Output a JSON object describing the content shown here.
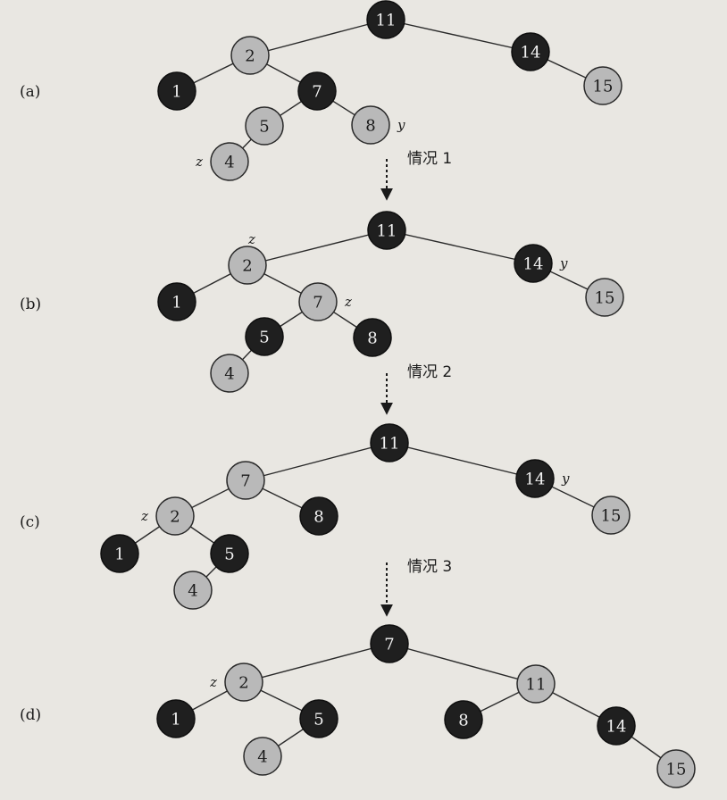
{
  "panels": [
    {
      "label": "(a)",
      "nodes": [
        {
          "id": "a11",
          "key": "11",
          "color": "black"
        },
        {
          "id": "a2",
          "key": "2",
          "color": "red"
        },
        {
          "id": "a14",
          "key": "14",
          "color": "black"
        },
        {
          "id": "a1",
          "key": "1",
          "color": "black"
        },
        {
          "id": "a7",
          "key": "7",
          "color": "black"
        },
        {
          "id": "a15",
          "key": "15",
          "color": "red"
        },
        {
          "id": "a5",
          "key": "5",
          "color": "red"
        },
        {
          "id": "a8",
          "key": "8",
          "color": "red"
        },
        {
          "id": "a4",
          "key": "4",
          "color": "red"
        }
      ],
      "edges": [
        [
          "a11",
          "a2"
        ],
        [
          "a11",
          "a14"
        ],
        [
          "a2",
          "a1"
        ],
        [
          "a2",
          "a7"
        ],
        [
          "a14",
          "a15"
        ],
        [
          "a7",
          "a5"
        ],
        [
          "a7",
          "a8"
        ],
        [
          "a5",
          "a4"
        ]
      ],
      "pointers": [
        {
          "node": "a8",
          "text": "y",
          "side": "right"
        },
        {
          "node": "a4",
          "text": "z",
          "side": "left"
        }
      ]
    },
    {
      "label": "(b)",
      "nodes": [
        {
          "id": "b11",
          "key": "11",
          "color": "black"
        },
        {
          "id": "b2",
          "key": "2",
          "color": "red"
        },
        {
          "id": "b14",
          "key": "14",
          "color": "black"
        },
        {
          "id": "b1",
          "key": "1",
          "color": "black"
        },
        {
          "id": "b7",
          "key": "7",
          "color": "red"
        },
        {
          "id": "b15",
          "key": "15",
          "color": "red"
        },
        {
          "id": "b5",
          "key": "5",
          "color": "black"
        },
        {
          "id": "b8",
          "key": "8",
          "color": "black"
        },
        {
          "id": "b4",
          "key": "4",
          "color": "red"
        }
      ],
      "edges": [
        [
          "b11",
          "b2"
        ],
        [
          "b11",
          "b14"
        ],
        [
          "b2",
          "b1"
        ],
        [
          "b2",
          "b7"
        ],
        [
          "b14",
          "b15"
        ],
        [
          "b7",
          "b5"
        ],
        [
          "b7",
          "b8"
        ],
        [
          "b5",
          "b4"
        ]
      ],
      "pointers": [
        {
          "node": "b7",
          "text": "z",
          "side": "right"
        },
        {
          "node": "b14",
          "text": "y",
          "side": "right"
        },
        {
          "node": "b2",
          "text": "z",
          "side": "top"
        }
      ]
    },
    {
      "label": "(c)",
      "nodes": [
        {
          "id": "c11",
          "key": "11",
          "color": "black"
        },
        {
          "id": "c7",
          "key": "7",
          "color": "red"
        },
        {
          "id": "c14",
          "key": "14",
          "color": "black"
        },
        {
          "id": "c2",
          "key": "2",
          "color": "red"
        },
        {
          "id": "c8",
          "key": "8",
          "color": "black"
        },
        {
          "id": "c15",
          "key": "15",
          "color": "red"
        },
        {
          "id": "c1",
          "key": "1",
          "color": "black"
        },
        {
          "id": "c5",
          "key": "5",
          "color": "black"
        },
        {
          "id": "c4",
          "key": "4",
          "color": "red"
        }
      ],
      "edges": [
        [
          "c11",
          "c7"
        ],
        [
          "c11",
          "c14"
        ],
        [
          "c7",
          "c2"
        ],
        [
          "c7",
          "c8"
        ],
        [
          "c14",
          "c15"
        ],
        [
          "c2",
          "c1"
        ],
        [
          "c2",
          "c5"
        ],
        [
          "c5",
          "c4"
        ]
      ],
      "pointers": [
        {
          "node": "c2",
          "text": "z",
          "side": "left"
        },
        {
          "node": "c14",
          "text": "y",
          "side": "right"
        }
      ]
    },
    {
      "label": "(d)",
      "nodes": [
        {
          "id": "d7",
          "key": "7",
          "color": "black"
        },
        {
          "id": "d2",
          "key": "2",
          "color": "red"
        },
        {
          "id": "d11",
          "key": "11",
          "color": "red"
        },
        {
          "id": "d1",
          "key": "1",
          "color": "black"
        },
        {
          "id": "d5",
          "key": "5",
          "color": "black"
        },
        {
          "id": "d8",
          "key": "8",
          "color": "black"
        },
        {
          "id": "d14",
          "key": "14",
          "color": "black"
        },
        {
          "id": "d4",
          "key": "4",
          "color": "red"
        },
        {
          "id": "d15",
          "key": "15",
          "color": "red"
        }
      ],
      "edges": [
        [
          "d7",
          "d2"
        ],
        [
          "d7",
          "d11"
        ],
        [
          "d2",
          "d1"
        ],
        [
          "d2",
          "d5"
        ],
        [
          "d11",
          "d8"
        ],
        [
          "d11",
          "d14"
        ],
        [
          "d5",
          "d4"
        ],
        [
          "d14",
          "d15"
        ]
      ],
      "pointers": [
        {
          "node": "d2",
          "text": "z",
          "side": "left"
        }
      ]
    }
  ],
  "transitions": [
    {
      "label": "情况 1"
    },
    {
      "label": "情况 2"
    },
    {
      "label": "情况 3"
    }
  ]
}
